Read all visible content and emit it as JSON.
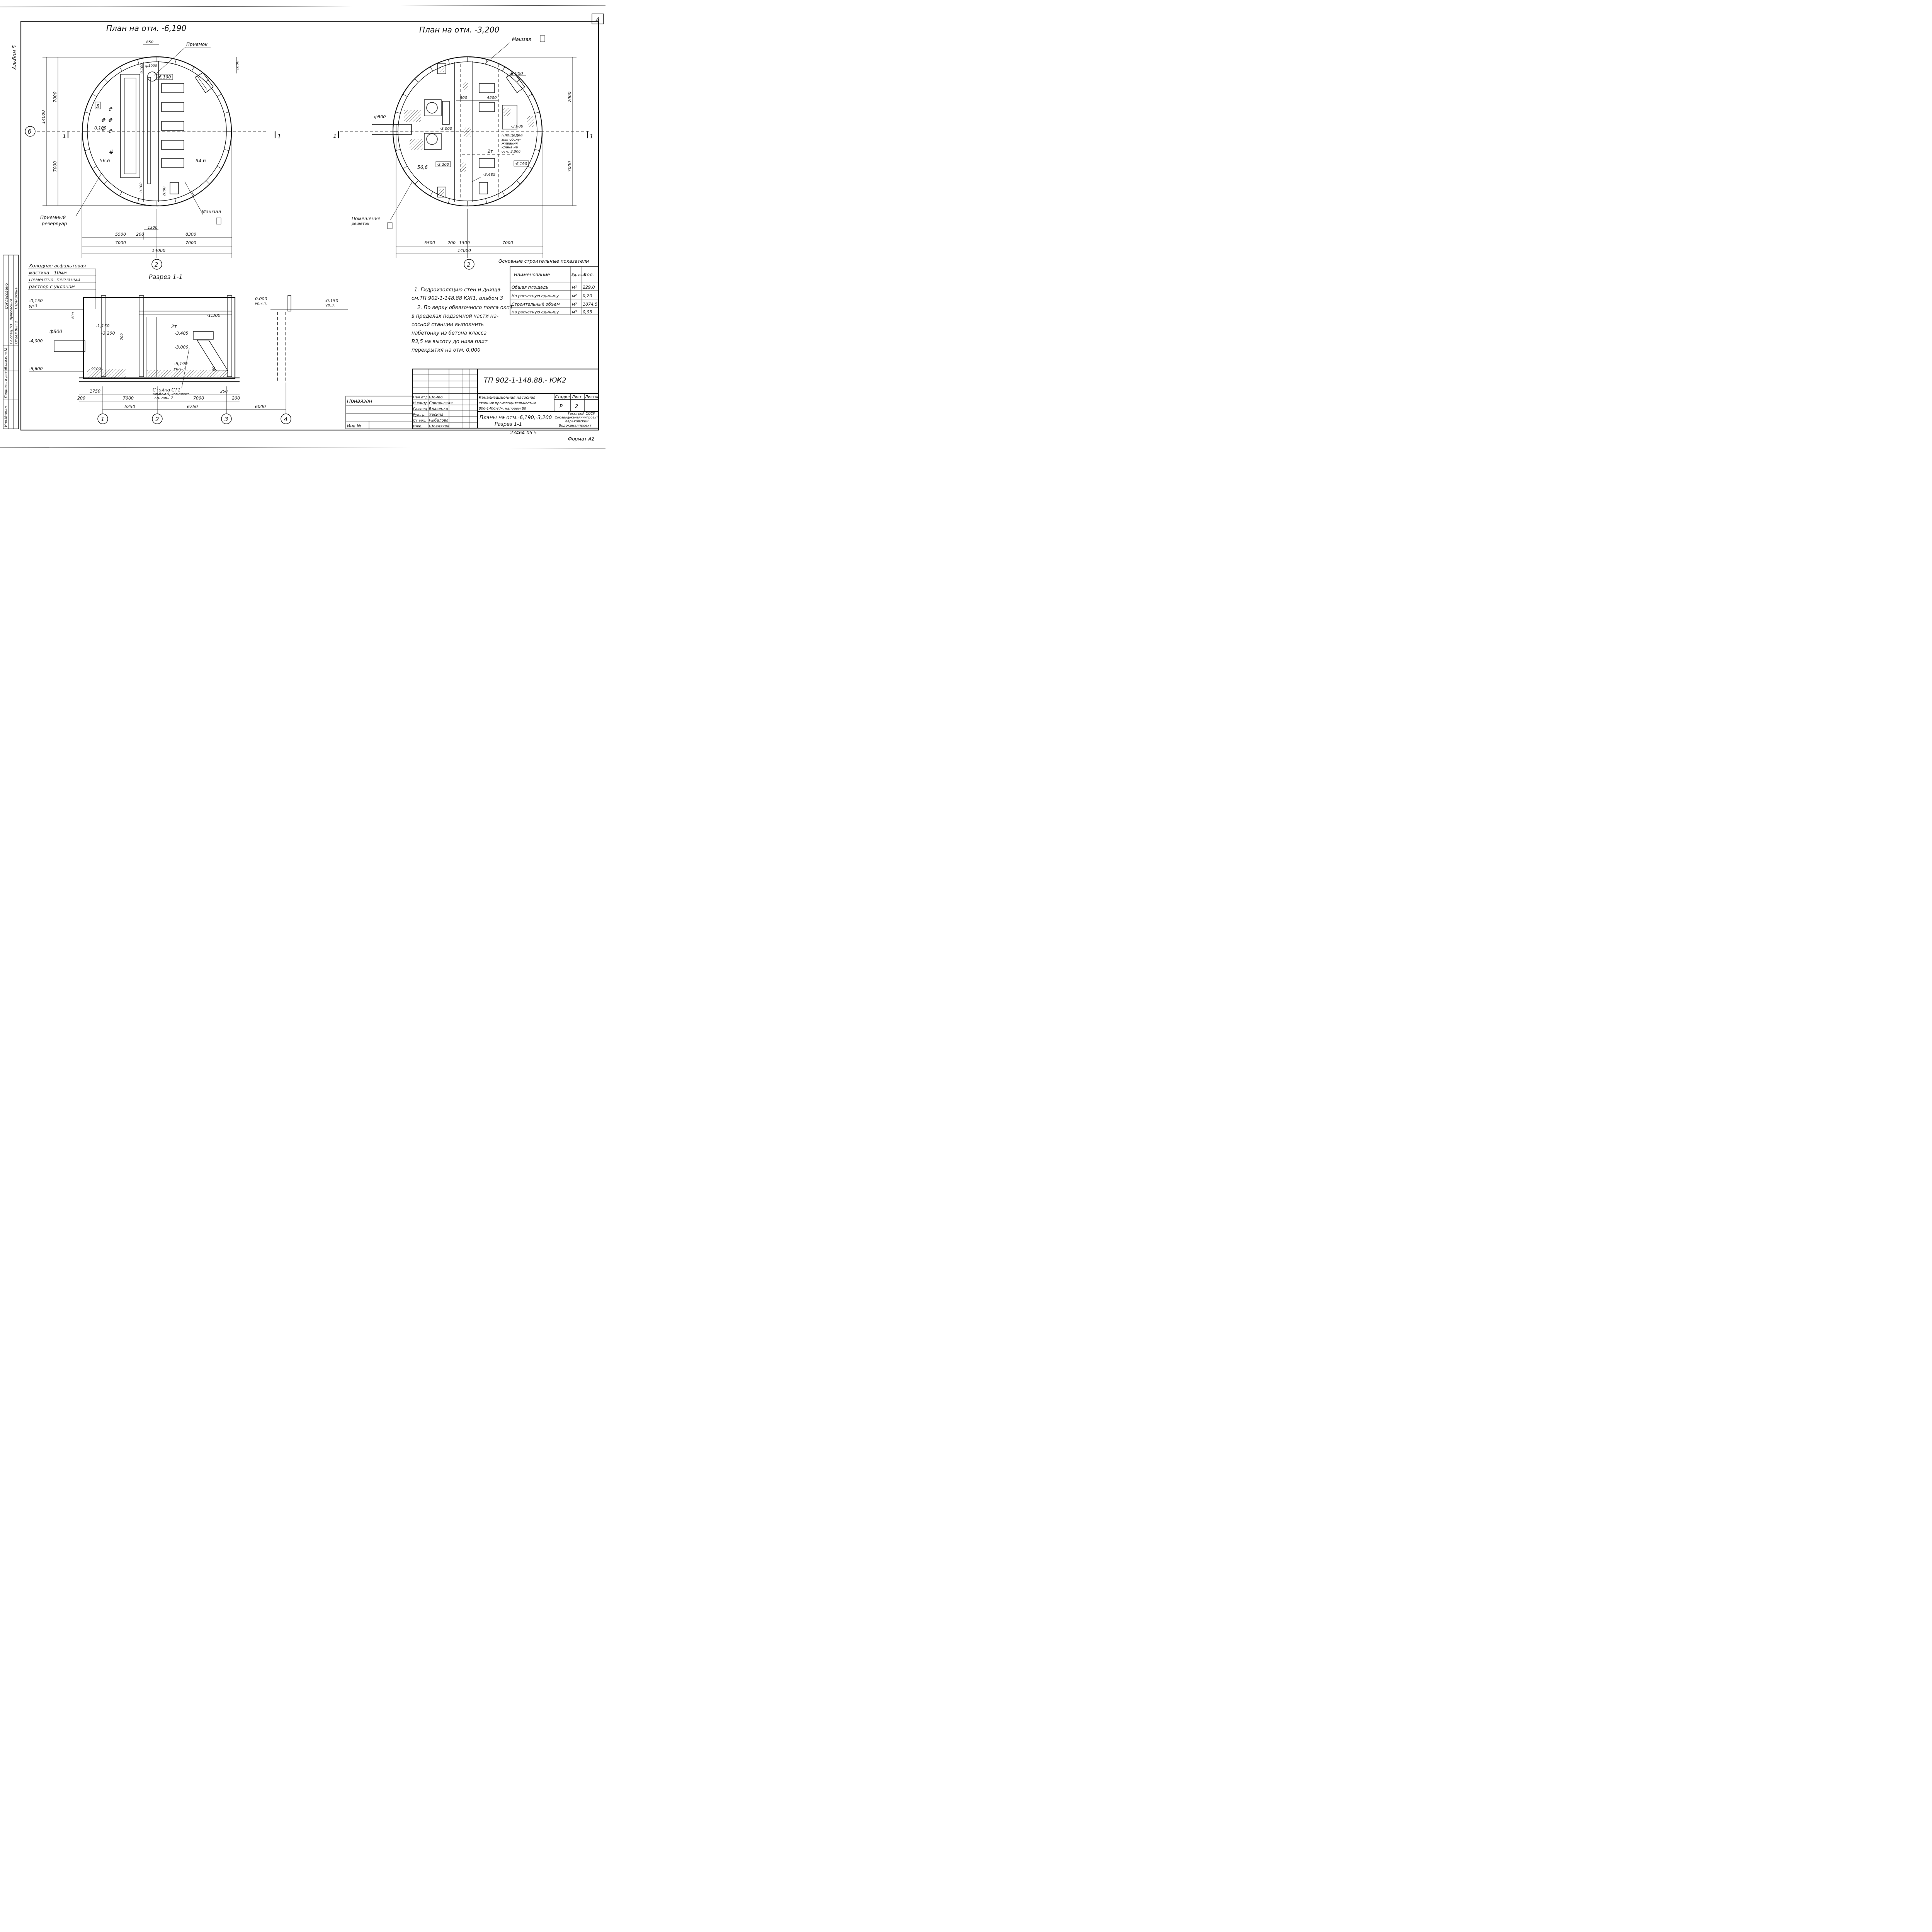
{
  "sheet_number": "4",
  "album_side": "Альбом 5",
  "plan1": {
    "title": "План на отм. -6,190",
    "labels": {
      "pit": "Приямок",
      "pit_mark": "-6,190",
      "dia_pit": "ф1000",
      "d850": "850",
      "d1800": "1800",
      "room_d": "Д",
      "hole": "0,100",
      "area_left": "56.6",
      "area_right": "94.6",
      "receiver": "Приемный резервуар",
      "machine_hall": "Машзал",
      "d2000": "2000",
      "d1300": "1300",
      "d0100a": "0,100",
      "d0100b": "0,100"
    },
    "dims": {
      "v7000a": "7000",
      "v7000b": "7000",
      "v14000": "14000",
      "h5500": "5500",
      "h200": "200",
      "h8300": "8300",
      "h7000a": "7000",
      "h7000b": "7000",
      "h14000": "14000"
    },
    "axis_b": "б",
    "axis_2": "2",
    "cut_left": "1",
    "cut_right": "1"
  },
  "plan2": {
    "title": "План на отм. -3,200",
    "labels": {
      "machine_hall": "Машзал",
      "room_d": "Д",
      "mark_6000": "-6,000",
      "d800": "800",
      "d4500": "4500",
      "dia800": "ф800",
      "mark_3000": "-3,000",
      "mark_3000b": "-3,000",
      "platform": "Площадка для обслуживания крана на отм. 3.000",
      "crane": "2т",
      "area": "56,6",
      "mark_3200": "-3,200",
      "mark_6190": "-6,190",
      "mark_3485": "-3,485",
      "screens_room": "Помещение решеток"
    },
    "dims": {
      "v7000a": "7000",
      "v7000b": "7000",
      "h5500": "5500",
      "h200": "200",
      "h1300": "1300",
      "h7000": "7000",
      "h14000": "14000"
    },
    "axis_2": "2",
    "cut_left": "1",
    "cut_right": "1"
  },
  "section": {
    "title": "Разрез 1-1",
    "layers": [
      "Холодная асфальтовая",
      "мастика - 10мм",
      "Цементно- песчаный",
      "раствор с уклоном"
    ],
    "marks": {
      "m0150l": "-0,150",
      "ur3l": "ур.3.",
      "m0150r": "-0,150",
      "ur3r": "ур.3.",
      "m0000": "0,000",
      "urchp": "ур.ч.п.",
      "m1150": "-1,150",
      "m3200": "-3,200",
      "m4000": "-4,000",
      "m6600": "-6,600",
      "m1300": "-1,300",
      "m3485": "-3,485",
      "m3000": "-3,000",
      "m6190": "-6,190",
      "urchp2": "ур.ч.п.",
      "crane": "2т",
      "dia800": "ф800",
      "d600": "600",
      "d700": "700",
      "d90": "90",
      "d9100": "9100",
      "d250": "250"
    },
    "column_note": [
      "Стойка СТ1",
      "альбом 5, комплект",
      "км, лист 7"
    ],
    "dims": {
      "h1750": "1750",
      "h200a": "200",
      "h7000a": "7000",
      "h7000b": "7000",
      "h200b": "200",
      "h5250": "5250",
      "h6750": "6750",
      "h6000": "6000"
    },
    "axes": [
      "1",
      "2",
      "3",
      "4"
    ]
  },
  "notes": [
    "1. Гидроизоляцию стен и днища",
    "см.ТП 902-1-148.88 КЖ1, альбом 3",
    "2. По верху обвязочного пояса окп1",
    "в пределах подземной части на-",
    "сосной станции выполнить",
    "набетонку из бетона класса",
    "В3,5 на высоту до низа плит",
    "перекрытия на отм. 0,000"
  ],
  "indicators": {
    "title": "Основные строительные показатели",
    "headers": [
      "Наименование",
      "Ед. изм.",
      "Кол."
    ],
    "rows": [
      [
        "Общая площадь",
        "м²",
        "229.0"
      ],
      [
        "На расчетную единицу",
        "м²",
        "0,20"
      ],
      [
        "Строительный объем",
        "м³",
        "1074,5"
      ],
      [
        "На расчетную единицу",
        "м³",
        "0,93"
      ]
    ]
  },
  "stamp": {
    "doc_code": "ТП 902-1-148.88.- КЖ2",
    "privyazan": "Привязан",
    "inv_no": "Инв.№",
    "people": [
      [
        "Нач.отд",
        "Шейко"
      ],
      [
        "Н.контр",
        "Сокольская"
      ],
      [
        "Гл.спец",
        "Власенко"
      ],
      [
        "Рук.гр.",
        "Хесина"
      ],
      [
        "Ст.арх.",
        "Рыбалова"
      ],
      [
        "Инж.",
        "Шевляков"
      ]
    ],
    "project_title": [
      "Канализационная насосная",
      "станция производительностью",
      "800-1400м³/ч. напором 80"
    ],
    "sheet_title": [
      "Планы на отм.-6,190;-3,200",
      "Разрез 1-1"
    ],
    "stage_label": "Стадия",
    "sheet_label": "Лист",
    "sheets_label": "Листов",
    "stage": "Р",
    "sheet": "2",
    "org": [
      "Госстрой СССР",
      "Союзводоканалниипроект",
      "Харьковский",
      "Водоканалпроект"
    ],
    "archive": "23464-05  5",
    "format": "Формат А2"
  },
  "side_table": {
    "header": "Согласовано",
    "rows": [
      [
        "Гл.спец.ТО",
        "Лучковский"
      ],
      [
        "Отдел ВиК 2",
        "Нарышкина"
      ]
    ],
    "labels": [
      "Взам.инв.№",
      "Подпись и дата",
      "Инв.№подл."
    ]
  }
}
